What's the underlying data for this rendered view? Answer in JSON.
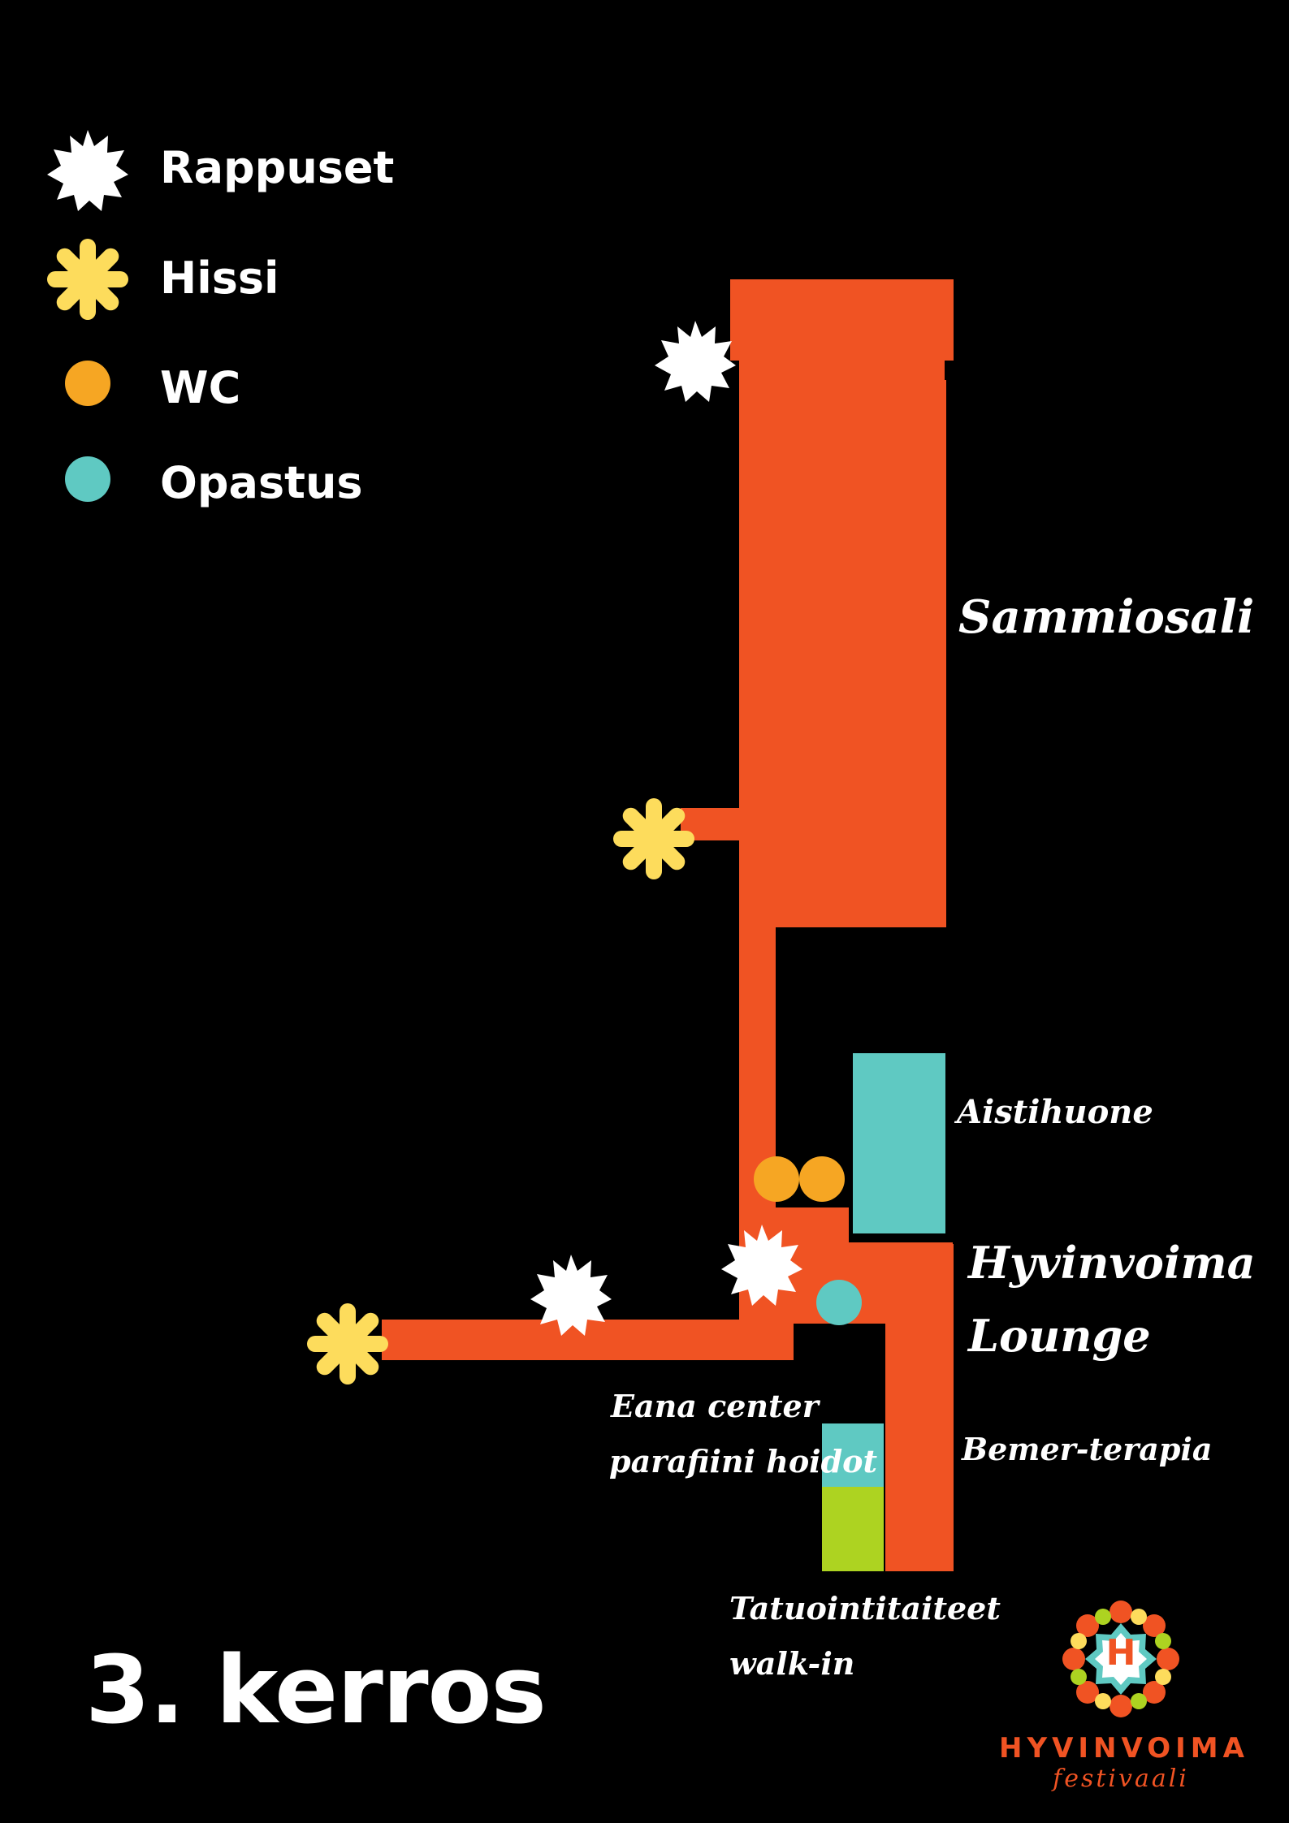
{
  "legend": [
    {
      "icon": "stairs-icon",
      "label": "Rappuset",
      "color": "#ffffff"
    },
    {
      "icon": "elevator-icon",
      "label": "Hissi",
      "color": "#fddc5c"
    },
    {
      "icon": "wc-icon",
      "label": "WC",
      "color": "#f6a623"
    },
    {
      "icon": "info-icon",
      "label": "Opastus",
      "color": "#5fc9c2"
    }
  ],
  "rooms": {
    "sammiosali": "Sammiosali",
    "aistihuone": "Aistihuone",
    "lounge_line1": "Hyvinvoima",
    "lounge_line2": "Lounge",
    "bemer": "Bemer-terapia",
    "eana_line1": "Eana center",
    "eana_line2": "parafiini hoidot",
    "tatuointi_line1": "Tatuointitaiteet",
    "tatuointi_line2": "walk-in"
  },
  "floor_title": "3. kerros",
  "logo": {
    "letter": "H",
    "name": "HYVINVOIMA",
    "sub": "festivaali"
  },
  "colors": {
    "background": "#000000",
    "corridor": "#f05323",
    "aistihuone": "#5fc9c2",
    "eana": "#5fc9c2",
    "tatuointi": "#add321",
    "wc": "#f6a623",
    "info": "#5fc9c2",
    "stairs": "#ffffff",
    "elevator": "#fddc5c"
  }
}
